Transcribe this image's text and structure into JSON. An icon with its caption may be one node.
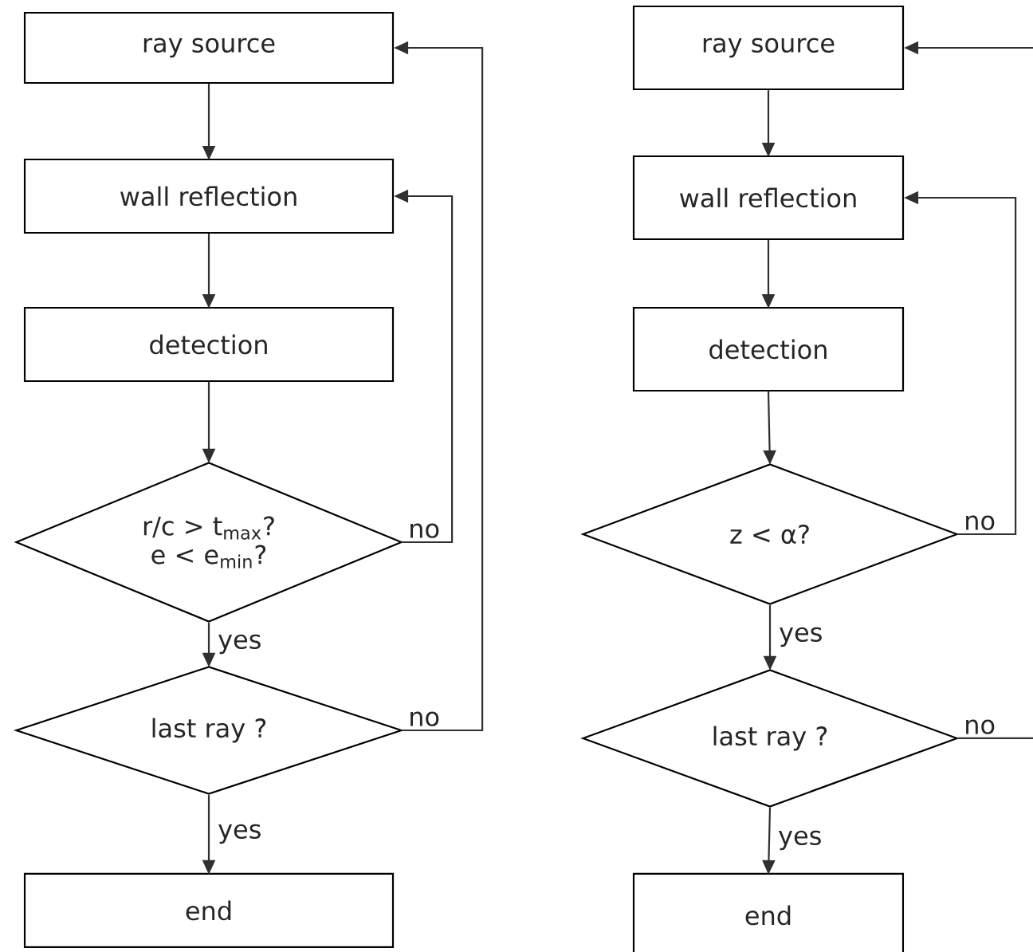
{
  "diagram": {
    "nodes": [
      {
        "text": [
          "ray source"
        ]
      },
      {
        "text": [
          "wall reflection"
        ]
      },
      {
        "text": [
          "detection"
        ]
      },
      {
        "text": [
          "r/c > t$_{max}$?",
          "e < e$_{min}$?"
        ]
      },
      {
        "text": [
          "last ray ?"
        ]
      },
      {
        "text": [
          "end"
        ]
      },
      {
        "text": [
          "ray source"
        ]
      },
      {
        "text": [
          "wall reflection"
        ]
      },
      {
        "text": [
          "detection"
        ]
      },
      {
        "text": [
          "z < α?"
        ]
      },
      {
        "text": [
          "last ray ?"
        ]
      },
      {
        "text": [
          "end"
        ]
      }
    ],
    "edges": [
      {
        "from": 0,
        "to": 1,
        "arrow": "to"
      },
      {
        "from": 1,
        "to": 2,
        "arrow": "to"
      },
      {
        "from": 2,
        "to": 3,
        "arrow": "to"
      },
      {
        "from": 3,
        "to": 4,
        "arrow": "to",
        "label": "yes"
      },
      {
        "from": 4,
        "to": 5,
        "arrow": "to",
        "label": "yes"
      },
      {
        "from": 3,
        "to": 1,
        "arrow": "to",
        "label": "no"
      },
      {
        "from": 4,
        "to": 0,
        "arrow": "to",
        "label": "no"
      },
      {
        "from": 6,
        "to": 7,
        "arrow": "to"
      },
      {
        "from": 7,
        "to": 8,
        "arrow": "to"
      },
      {
        "from": 8,
        "to": 9,
        "arrow": "to"
      },
      {
        "from": 9,
        "to": 10,
        "arrow": "to",
        "label": "yes"
      },
      {
        "from": 10,
        "to": 11,
        "arrow": "to",
        "label": "yes"
      },
      {
        "from": 9,
        "to": 7,
        "arrow": "to",
        "label": "no"
      },
      {
        "from": 10,
        "to": null,
        "arrow": "none",
        "label": "no"
      },
      {
        "from": null,
        "to": 6,
        "arrow": "to"
      }
    ]
  }
}
